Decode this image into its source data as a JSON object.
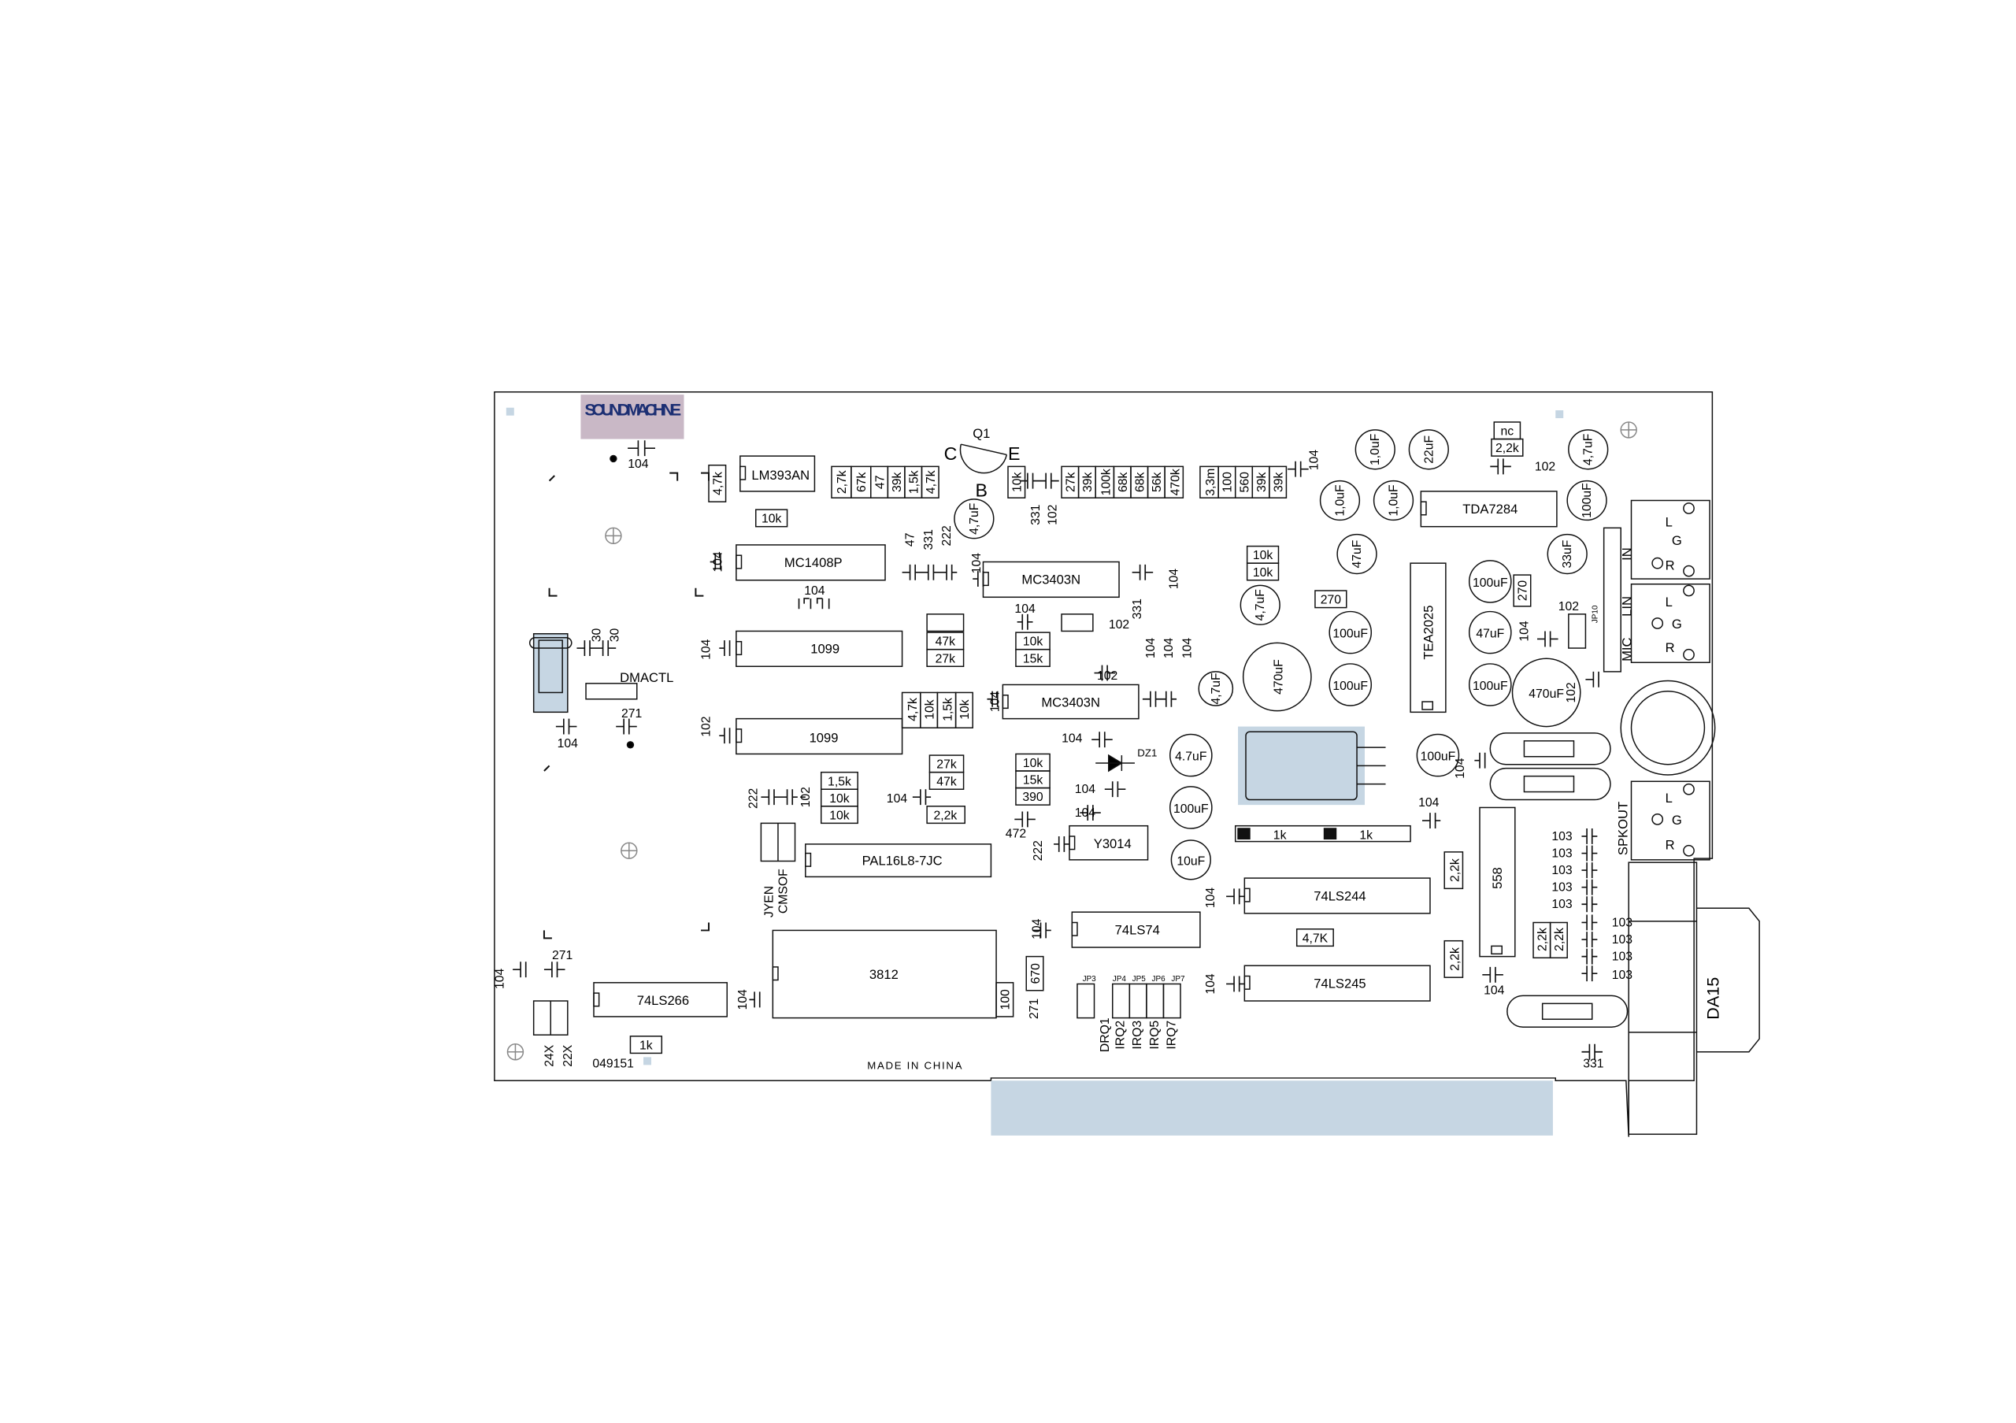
{
  "board": {
    "logo": "SOUND MACHINE",
    "made_in": "MADE IN CHINA",
    "serial": "049151",
    "edge_connector": "DA15"
  },
  "colors": {
    "trace": "#111111",
    "highlight": "#c6d6e3",
    "mount_hole": "#888888",
    "logo_bg": "#c9b8c6",
    "logo_text": "#1c2f73"
  },
  "ics": {
    "lm393": "LM393AN",
    "mc1408": "MC1408P",
    "mc3403a": "MC3403N",
    "mc3403b": "MC3403N",
    "u1099a": "1099",
    "u1099b": "1099",
    "tda7284": "TDA7284",
    "tea2025": "TEA2025",
    "pal": "PAL16L8-7JC",
    "y3014": "Y3014",
    "u3812": "3812",
    "ls266": "74LS266",
    "ls74": "74LS74",
    "ls244": "74LS244",
    "ls245": "74LS245",
    "u558": "558"
  },
  "labels": {
    "q1": "Q1",
    "q1_c": "C",
    "q1_e": "E",
    "q1_b": "B",
    "dmactl": "DMACTL",
    "dz1": "DZ1",
    "jyen": "JYEN",
    "cmsof": "CMSOF",
    "jp3": "JP3",
    "jp4": "JP4",
    "jp5": "JP5",
    "jp6": "JP6",
    "jp7": "JP7",
    "jp10": "JP10",
    "drq1": "DRQ1",
    "irq2": "IRQ2",
    "irq3": "IRQ3",
    "irq5": "IRQ5",
    "irq7": "IRQ7",
    "mic": "MIC",
    "lin": "LIN",
    "in": "IN",
    "spkout": "SPKOUT",
    "j1_l": "L",
    "j1_g": "G",
    "j1_r": "R",
    "j2_l": "L",
    "j2_g": "G",
    "j2_r": "R",
    "j3_l": "L",
    "j3_g": "G",
    "j3_r": "R",
    "nc": "nc",
    "x24": "24X",
    "x22": "22X"
  },
  "resistors": {
    "r_4k7_lm": "4,7k",
    "r_10k_lm": "10k",
    "r_2k7": "2,7k",
    "r_67k": "67k",
    "r_47": "47",
    "r_39k_a": "39k",
    "r_1k5_a": "1,5k",
    "r_4k7_a": "4,7k",
    "r_10k_q": "10k",
    "r_27k_a": "27k",
    "r_39k_b": "39k",
    "r_100k": "100k",
    "r_68k_a": "68k",
    "r_68k_b": "68k",
    "r_56k": "56k",
    "r_470k": "470k",
    "r_3m3": "3,3m",
    "r_100_a": "100",
    "r_560": "560",
    "r_39k_c": "39k",
    "r_39k_d": "39k",
    "r_2k2_top": "2,2k",
    "r_10k_mid1": "10k",
    "r_10k_mid2": "10k",
    "r_270_a": "270",
    "r_270_b": "270",
    "r_47k_a": "47k",
    "r_27k_b": "27k",
    "r_10k_b": "10k",
    "r_15k_a": "15k",
    "r_4k7_b": "4,7k",
    "r_10k_c": "10k",
    "r_1k5_b": "1,5k",
    "r_10k_d": "10k",
    "r_27k_c": "27k",
    "r_47k_b": "47k",
    "r_2k2_a": "2,2k",
    "r_10k_e": "10k",
    "r_15k_b": "15k",
    "r_390": "390",
    "r_1k5_c": "1,5k",
    "r_10k_f": "10k",
    "r_10k_g": "10k",
    "r_1k_a": "1k",
    "r_1k_b": "1k",
    "r_2k2_b": "2,2k",
    "r_4k7_c": "4,7K",
    "r_2k2_c": "2,2k",
    "r_2k2_d": "2,2k",
    "r_2k2_e": "2,2k",
    "r_670": "670",
    "r_100_b": "100",
    "r_1k_c": "1k"
  },
  "capacitors": {
    "c_104_logo": "104",
    "c_104_top": "104",
    "c_102_top": "102",
    "c_47": "47",
    "c_331_a": "331",
    "c_222_a": "222",
    "c_331_b": "331",
    "c_102_b": "102",
    "c_104_mc1408": "104",
    "c_104_mc3403_l": "104",
    "c_104_mc3403_r": "104",
    "c_104_a": "104",
    "c_331_c": "331",
    "c_104_left_a": "104",
    "c_30_a": "30",
    "c_30_b": "30",
    "c_271_a": "271",
    "c_104_left_b": "104",
    "c_102_left": "102",
    "c_104_1099": "104",
    "c_102_c": "102",
    "c_102_d": "102",
    "c_104_b": "104",
    "c_104_c": "104",
    "c_104_d": "104",
    "c_104_e": "104",
    "c_104_f": "104",
    "c_104_g": "104",
    "c_222_b": "222",
    "c_102_e": "102",
    "c_104_h": "104",
    "c_472": "472",
    "c_222_c": "222",
    "c_104_i": "104",
    "c_104_j": "104",
    "c_271_b": "271",
    "c_104_k": "104",
    "c_104_l": "104",
    "c_104_m": "104",
    "c_104_n": "104",
    "c_104_o": "104",
    "c_104_p": "104",
    "c_102_f": "102",
    "c_102_g": "102",
    "c_103_a": "103",
    "c_103_b": "103",
    "c_103_c": "103",
    "c_103_d": "103",
    "c_103_e": "103",
    "c_103_f": "103",
    "c_103_g": "103",
    "c_103_h": "103",
    "c_103_i": "103",
    "c_331_d": "331",
    "c_104_q": "104"
  },
  "electrolytics": {
    "e_1u_a": "1,0uF",
    "e_22u": "22uF",
    "e_4u7_a": "4,7uF",
    "e_1u_b": "1,0uF",
    "e_1u_c": "1,0uF",
    "e_100u_a": "100uF",
    "e_47u_a": "47uF",
    "e_33u": "33uF",
    "e_4u7_b": "4,7uF",
    "e_4u7_c": "4,7uF",
    "e_470u_a": "470uF",
    "e_100u_b": "100uF",
    "e_100u_c": "100uF",
    "e_100u_d": "100uF",
    "e_47u_b": "47uF",
    "e_100u_e": "100uF",
    "e_470u_b": "470uF",
    "e_4u7_d": "4,7uF",
    "e_4u7_e": "4.7uF",
    "e_100u_f": "100uF",
    "e_10u": "10uF",
    "e_100u_g": "100uF"
  }
}
